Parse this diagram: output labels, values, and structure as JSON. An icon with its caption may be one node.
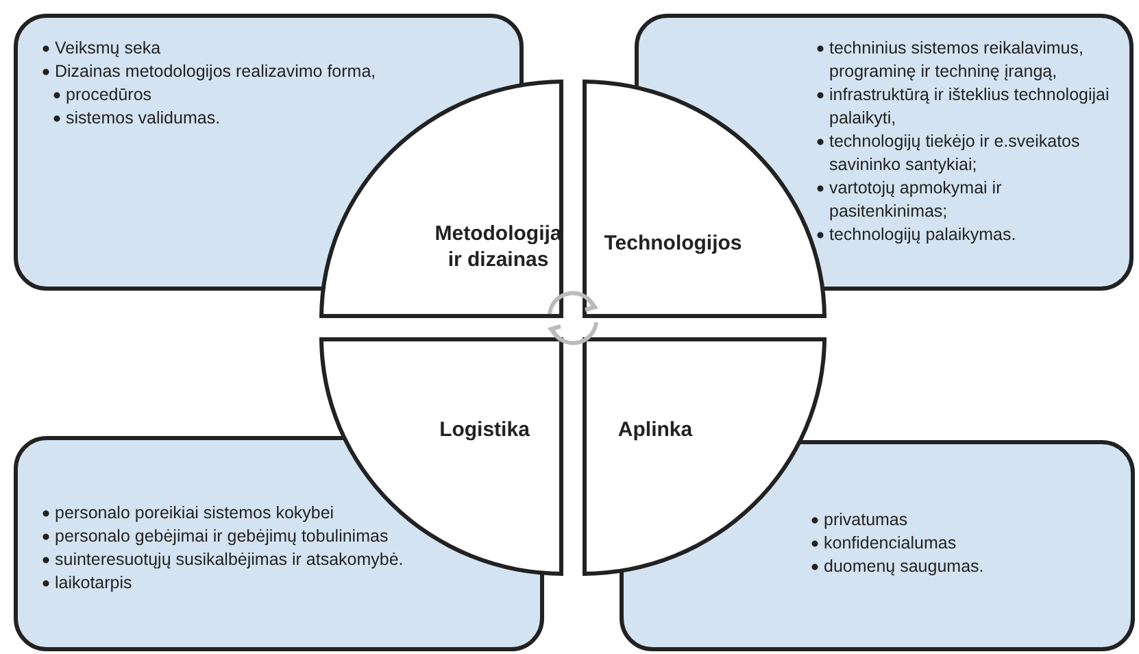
{
  "diagram": {
    "nodes": [
      {
        "text": [
          "Veiksmų seka",
          "Dizainas metodologijos realizavimo forma,",
          "procedūros",
          "sistemos validumas."
        ]
      },
      {
        "text": [
          "Metodologija ir dizainas"
        ]
      },
      {
        "text": [
          "techninius sistemos reikalavimus, programinę ir techninę įrangą,",
          "infrastruktūrą ir išteklius technologijai palaikyti,",
          "technologijų tiekėjo ir e.sveikatos savininko santykiai;",
          "vartotojų apmokymai ir pasitenkinimas;",
          "technologijų palaikymas."
        ]
      },
      {
        "text": [
          "Technologijos"
        ]
      },
      {
        "text": [
          "Logistika"
        ]
      },
      {
        "text": [
          "Aplinka"
        ]
      },
      {
        "text": [
          "personalo poreikiai sistemos kokybei",
          "personalo gebėjimai ir gebėjimų tobulinimas",
          "suinteresuotųjų susikalbėjimas ir atsakomybė.",
          "laikotarpis"
        ]
      },
      {
        "text": [
          "privatumas",
          "konfidencialumas",
          "duomenų saugumas."
        ]
      }
    ]
  }
}
